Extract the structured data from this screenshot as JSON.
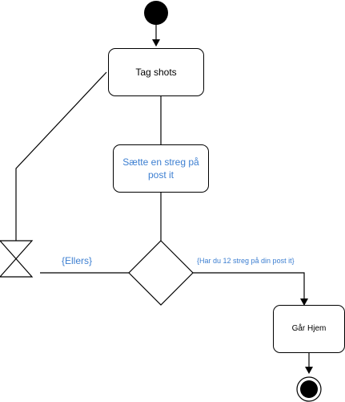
{
  "nodes": {
    "tag_shots": {
      "label": "Tag shots"
    },
    "saette_streg": {
      "label": "Sætte en streg på post it"
    },
    "gaar_hjem": {
      "label": "Går Hjem"
    }
  },
  "guards": {
    "ellers": "{Ellers}",
    "har_du_12": "{Har du 12 streg på din post it}"
  },
  "colors": {
    "stroke": "#000000",
    "fill": "#ffffff",
    "guard_text": "#3d7fd1",
    "node_text": "#000000"
  }
}
